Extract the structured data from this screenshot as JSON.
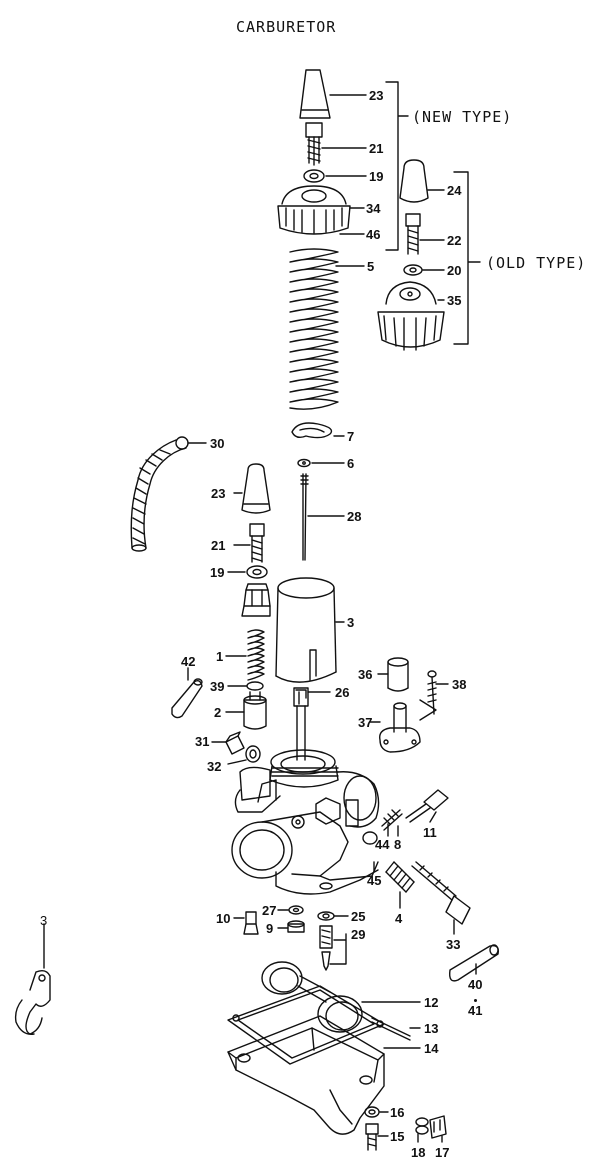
{
  "title": "CARBURETOR",
  "groups": {
    "new_type": "(NEW TYPE)",
    "old_type": "(OLD TYPE)"
  },
  "labels": {
    "p23a": "23",
    "p21a": "21",
    "p19a": "19",
    "p34": "34",
    "p46": "46",
    "p5": "5",
    "p24": "24",
    "p22": "22",
    "p20": "20",
    "p35": "35",
    "p7": "7",
    "p6": "6",
    "p28": "28",
    "p30": "30",
    "p23b": "23",
    "p21b": "21",
    "p19b": "19",
    "p3": "3",
    "p1": "1",
    "p42": "42",
    "p39": "39",
    "p2": "2",
    "p26": "26",
    "p36": "36",
    "p38": "38",
    "p37": "37",
    "p31": "31",
    "p32": "32",
    "p44": "44",
    "p8": "8",
    "p11": "11",
    "p45": "45",
    "p4": "4",
    "p33": "33",
    "p10": "10",
    "p27": "27",
    "p25": "25",
    "p9": "9",
    "p29": "29",
    "p3c": "3",
    "p40": "40",
    "p41": "41",
    "p12": "12",
    "p13": "13",
    "p14": "14",
    "p16": "16",
    "p15": "15",
    "p18": "18",
    "p17": "17"
  }
}
